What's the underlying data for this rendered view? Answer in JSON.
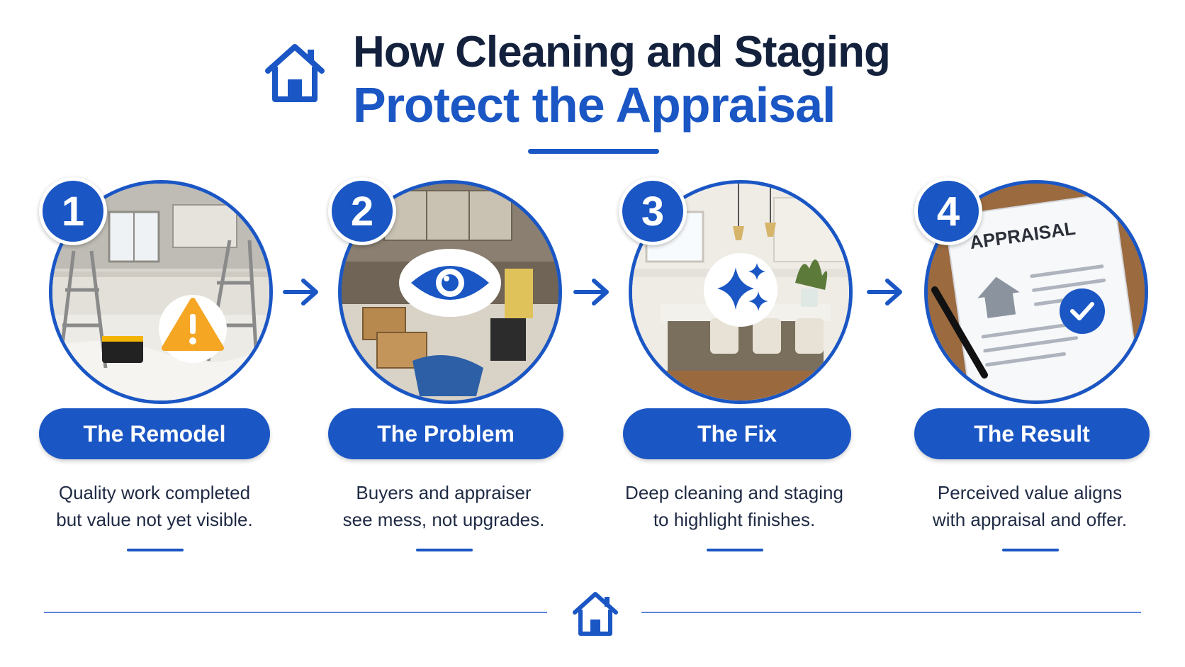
{
  "title": {
    "line1": "How Cleaning and Staging",
    "line2": "Protect the Appraisal"
  },
  "icons": {
    "header": "house-icon",
    "footer": "house-icon",
    "step1_overlay": "warning-icon",
    "step2_overlay": "eye-icon",
    "step3_overlay": "sparkle-icon",
    "step4_overlay": "check-icon",
    "arrow": "arrow-right-icon"
  },
  "colors": {
    "primary": "#1a56c4",
    "title_dark": "#14213d",
    "warning": "#f5a623"
  },
  "steps": [
    {
      "number": "1",
      "label": "The Remodel",
      "desc1": "Quality work completed",
      "desc2": "but value not yet visible."
    },
    {
      "number": "2",
      "label": "The Problem",
      "desc1": "Buyers and appraiser",
      "desc2": "see mess, not upgrades."
    },
    {
      "number": "3",
      "label": "The Fix",
      "desc1": "Deep cleaning and staging",
      "desc2": "to highlight finishes."
    },
    {
      "number": "4",
      "label": "The Result",
      "desc1": "Perceived value aligns",
      "desc2": "with appraisal and offer."
    }
  ],
  "document_heading": "APPRAISAL"
}
